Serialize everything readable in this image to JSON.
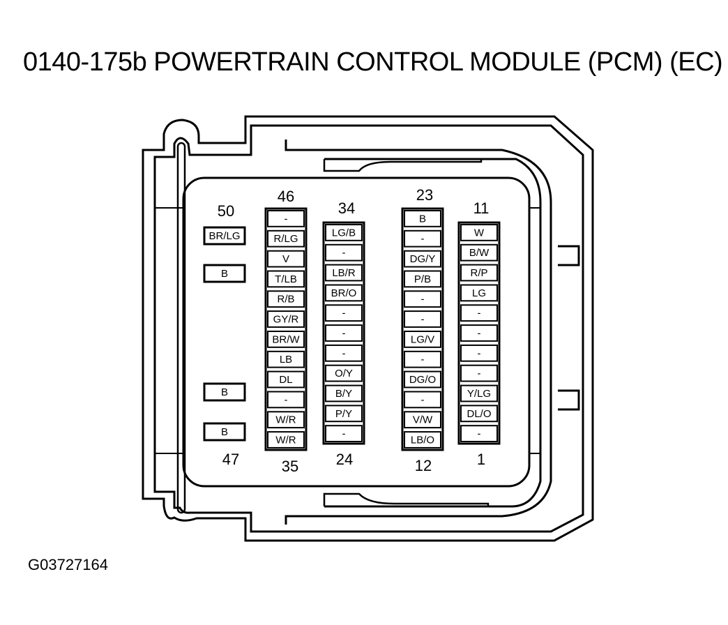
{
  "title": "0140-175b POWERTRAIN CONTROL MODULE (PCM) (EC)",
  "figure_id": "G03727164",
  "pin_numbers": {
    "n50": "50",
    "n47": "47",
    "n46": "46",
    "n35": "35",
    "n34": "34",
    "n24": "24",
    "n23": "23",
    "n12": "12",
    "n11": "11",
    "n1": "1"
  },
  "columns": {
    "c1": [
      "BR/LG",
      "B",
      "B",
      "B"
    ],
    "c2": [
      "-",
      "R/LG",
      "V",
      "T/LB",
      "R/B",
      "GY/R",
      "BR/W",
      "LB",
      "DL",
      "-",
      "W/R",
      "W/R"
    ],
    "c3": [
      "LG/B",
      "-",
      "LB/R",
      "BR/O",
      "-",
      "-",
      "-",
      "O/Y",
      "B/Y",
      "P/Y",
      "-"
    ],
    "c4": [
      "B",
      "-",
      "DG/Y",
      "P/B",
      "-",
      "-",
      "LG/V",
      "-",
      "DG/O",
      "-",
      "V/W",
      "LB/O"
    ],
    "c5": [
      "W",
      "B/W",
      "R/P",
      "LG",
      "-",
      "-",
      "-",
      "-",
      "Y/LG",
      "DL/O",
      "-"
    ]
  }
}
